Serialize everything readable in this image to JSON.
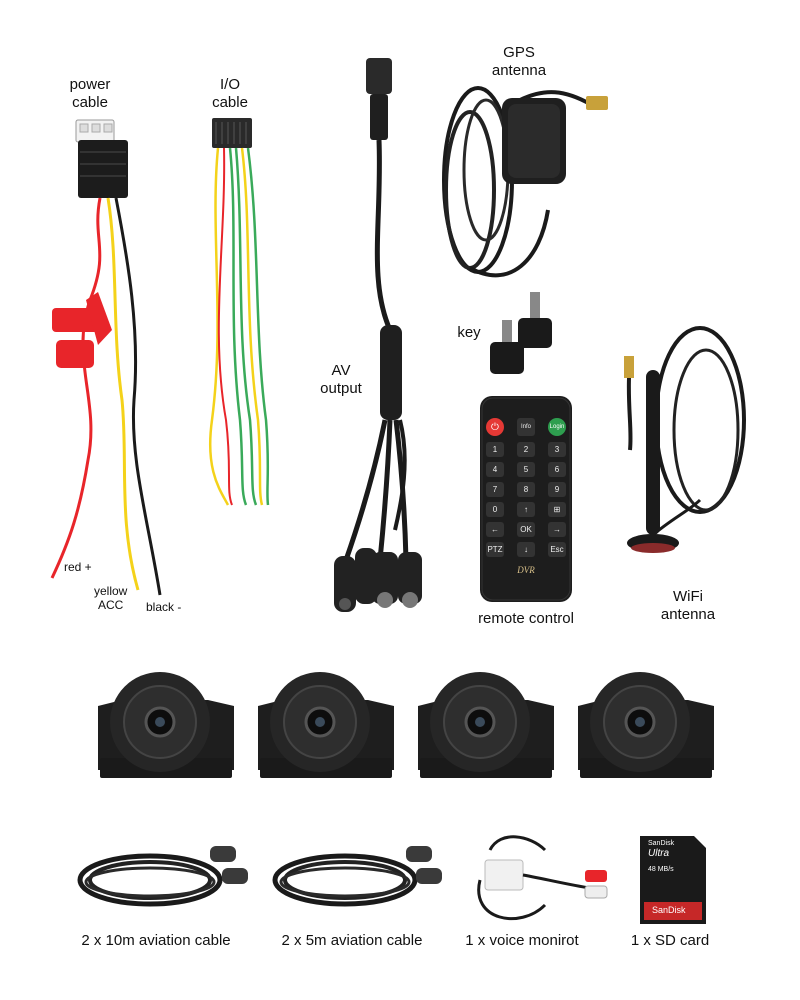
{
  "labels": {
    "power_cable": [
      "power",
      "cable"
    ],
    "io_cable": [
      "I/O",
      "cable"
    ],
    "gps_antenna": [
      "GPS",
      "antenna"
    ],
    "av_output": [
      "AV",
      "output"
    ],
    "key": "key",
    "remote_control": "remote control",
    "wifi_antenna": [
      "WiFi",
      "antenna"
    ],
    "wire_red": "red +",
    "wire_yellow": [
      "yellow",
      "ACC"
    ],
    "wire_black": "black -"
  },
  "remote": {
    "row1": [
      "",
      "Info",
      "Login"
    ],
    "keypad": [
      "1",
      "2",
      "3",
      "4",
      "5",
      "6",
      "7",
      "8",
      "9",
      "0",
      "↑",
      "⊞",
      "←",
      "OK",
      "→",
      "PTZ",
      "↓",
      "Esc"
    ],
    "brand": "DVR"
  },
  "sd_card": {
    "brand_top": "SanDisk",
    "line": "Ultra",
    "capacity": "48 MB/s",
    "brand_bottom": "SanDisk"
  },
  "captions": {
    "cable_10m": "2 x 10m aviation cable",
    "cable_5m": "2 x 5m aviation cable",
    "voice_monitor": "1 x voice monirot",
    "sd_card": "1 x SD card"
  },
  "colors": {
    "wire_red": "#e8252a",
    "wire_yellow": "#f4d21a",
    "wire_black": "#1a1a1a",
    "wire_green": "#3aaa5a",
    "power_red_btn": "#e53935",
    "login_green": "#2e9e4f"
  }
}
